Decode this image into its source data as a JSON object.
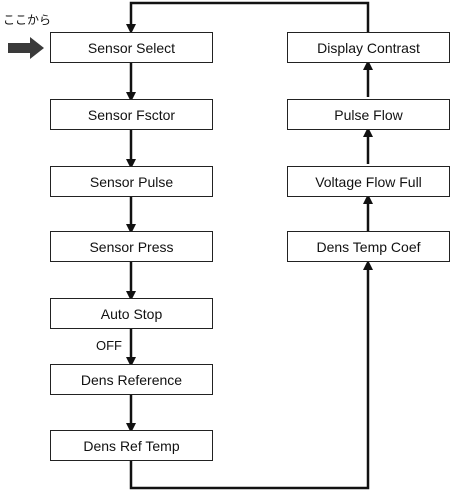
{
  "start_label": "ここから",
  "left_column": [
    {
      "label": "Sensor Select"
    },
    {
      "label": "Sensor Fsctor"
    },
    {
      "label": "Sensor Pulse"
    },
    {
      "label": "Sensor Press"
    },
    {
      "label": "Auto Stop"
    },
    {
      "label": "Dens Reference"
    },
    {
      "label": "Dens Ref Temp"
    }
  ],
  "edge_labels": {
    "auto_stop_to_dens_reference": "OFF"
  },
  "right_column": [
    {
      "label": "Display Contrast"
    },
    {
      "label": "Pulse Flow"
    },
    {
      "label": "Voltage Flow Full"
    },
    {
      "label": "Dens Temp Coef"
    }
  ],
  "colors": {
    "line": "#111111",
    "start_arrow": "#3a3a3a",
    "box_border": "#222222"
  }
}
